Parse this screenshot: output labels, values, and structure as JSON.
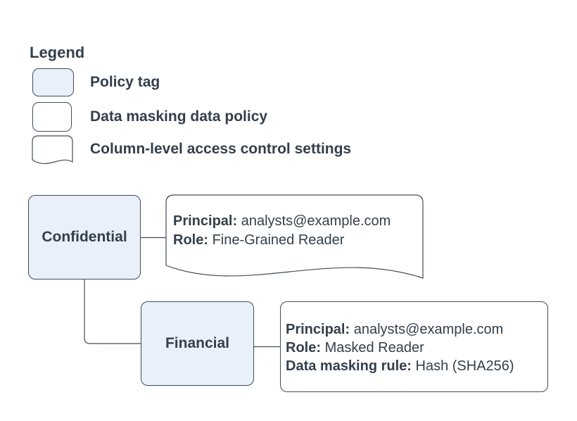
{
  "colors": {
    "background": "#ffffff",
    "policy_tag_fill": "#e9f0fa",
    "shape_border": "#414c59",
    "text": "#333f4c"
  },
  "legend": {
    "title": "Legend",
    "items": [
      {
        "shape": "policy-tag",
        "label": "Policy tag"
      },
      {
        "shape": "data-policy",
        "label": "Data masking data policy"
      },
      {
        "shape": "document",
        "label": "Column-level access control settings"
      }
    ]
  },
  "diagram": {
    "policy_tags": [
      {
        "id": "confidential",
        "label": "Confidential"
      },
      {
        "id": "financial",
        "label": "Financial"
      }
    ],
    "access_settings": {
      "fields": [
        {
          "name": "Principal:",
          "value": "analysts@example.com"
        },
        {
          "name": "Role:",
          "value": "Fine-Grained Reader"
        }
      ]
    },
    "data_policy": {
      "fields": [
        {
          "name": "Principal:",
          "value": "analysts@example.com"
        },
        {
          "name": "Role:",
          "value": "Masked Reader"
        },
        {
          "name": "Data masking rule:",
          "value": "Hash (SHA256)"
        }
      ]
    }
  }
}
